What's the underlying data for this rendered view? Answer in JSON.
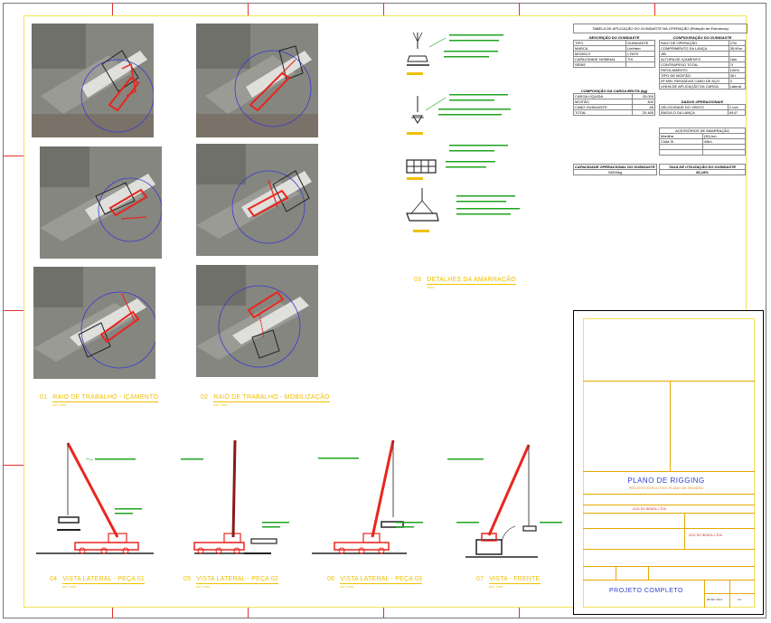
{
  "views": {
    "v01": {
      "number": "01",
      "title": "RAIO DE TRABALHO - IÇAMENTO",
      "scale": "ESC: 1/500"
    },
    "v02": {
      "number": "02",
      "title": "RAIO DE TRABALHO - MOBILIZAÇÃO",
      "scale": "ESC: 1/500"
    },
    "v03": {
      "number": "03",
      "title": "DETALHES DA AMARRAÇÃO",
      "scale": "S/ESC"
    },
    "v04": {
      "number": "04",
      "title": "VISTA LATERAL - PEÇA 01",
      "scale": "ESC: 1/250"
    },
    "v05": {
      "number": "05",
      "title": "VISTA LATERAL - PEÇA 02",
      "scale": "ESC: 1/250"
    },
    "v06": {
      "number": "06",
      "title": "VISTA LATERAL - PEÇA 03",
      "scale": "ESC: 1/250"
    },
    "v07": {
      "number": "07",
      "title": "VISTA - FRENTE",
      "scale": "ESC: 1/250"
    }
  },
  "colors": {
    "crane": "#e8261f",
    "load": "#222222",
    "radius": "#3a3ad0",
    "annotation": "#1fa31f",
    "title": "#f0c000",
    "titleblock_blue": "#2c3fd2"
  },
  "data_table": {
    "title": "TABELA DE APLICAÇÃO DO GUINDASTE NA OPERAÇÃO (Rotação de Estruturas)",
    "left_header": "DESCRIÇÃO DO GUINDASTE",
    "left_rows": [
      [
        "TIPO",
        "GUINDASTE"
      ],
      [
        "MARCA",
        "Liebherr"
      ],
      [
        "MODELO",
        "LTM70"
      ],
      [
        "CAPACIDADE NOMINAL",
        "70t"
      ],
      [
        "SÉRIE",
        ""
      ]
    ],
    "right_header": "CONFIGURAÇÃO DO GUINDASTE",
    "right_rows": [
      [
        "RAIO DE OPERAÇÃO",
        "27m"
      ],
      [
        "COMPRIMENTO DA LANÇA",
        "35,90m"
      ],
      [
        "JIB",
        ""
      ],
      [
        "ALTURA DE IÇAMENTO",
        "16m"
      ],
      [
        "CONTRAPESO TOTAL",
        "7t"
      ],
      [
        "PATOLAMENTO",
        "100%"
      ],
      [
        "TIPO DE MOITÃO",
        "35 t"
      ],
      [
        "Nº MIN. PASSADAS CABO DE AÇO",
        "4"
      ],
      [
        "LINHA DE APLICAÇÃO DA CARGA",
        "Lateral"
      ]
    ],
    "load_header": "COMPOSIÇÃO DA CARGA BRUTA (kg)",
    "load_rows": [
      [
        "CARGA LÍQUIDA",
        "20.000"
      ],
      [
        "MOITÃO",
        "400"
      ],
      [
        "CABO GUINDASTE",
        "65"
      ],
      [
        "TOTAL",
        "20.465"
      ]
    ],
    "ops_header": "DADOS OPERACIONAIS",
    "ops_rows": [
      [
        "VELOCIDADE DO VENTO",
        "2 m/s"
      ],
      [
        "ÂNGULO DA LANÇA",
        "69,6°"
      ]
    ],
    "acc_header": "ACESSÓRIOS DE AMARRAÇÃO",
    "acc_rows": [
      [
        "Manilha",
        "(35) ton"
      ],
      [
        "Cinta 3t",
        "4/6m"
      ]
    ],
    "cap_header": "CAPACIDADE OPERACIONAL DO GUINDASTE",
    "cap_value": "34000kg",
    "util_header": "TAXA DE UTILIZAÇÃO DO GUINDASTE",
    "util_value": "60,19%"
  },
  "title_block": {
    "plan_title": "PLANO DE RIGGING",
    "plan_subtitle": "PROJETO EXECUTIVO PLANO DE RIGGING",
    "client": "AGG DO BRASIL LTDA",
    "project_label": "PROJETO COMPLETO",
    "date": "08 SET 2017",
    "sheet": "1/1"
  }
}
